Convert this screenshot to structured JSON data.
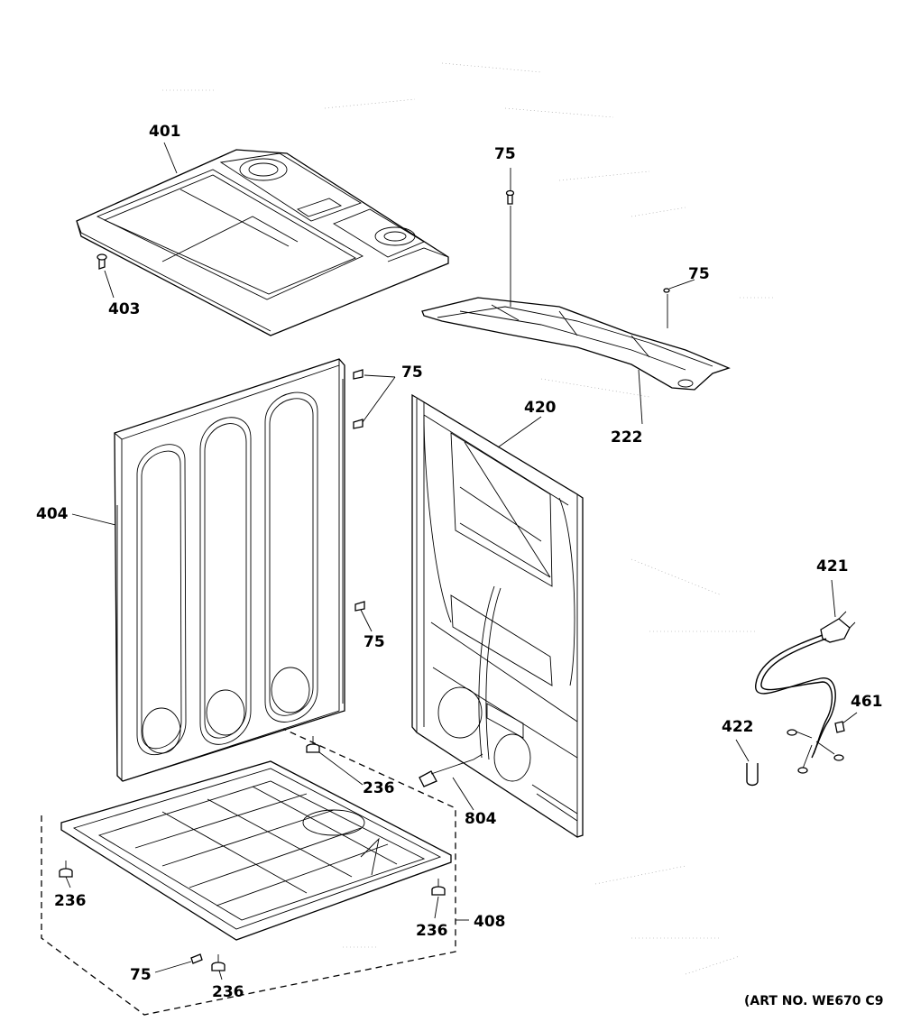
{
  "diagram": {
    "callouts": {
      "c401": "401",
      "c403": "403",
      "c75_top": "75",
      "c75_tray": "75",
      "c222": "222",
      "c75_side": "75",
      "c420": "420",
      "c404": "404",
      "c75_mid": "75",
      "c421": "421",
      "c461": "461",
      "c422": "422",
      "c236_a": "236",
      "c804": "804",
      "c236_b": "236",
      "c408": "408",
      "c236_c": "236",
      "c75_bottom": "75",
      "c236_d": "236"
    },
    "art_number": "(ART NO. WE670 C9"
  }
}
